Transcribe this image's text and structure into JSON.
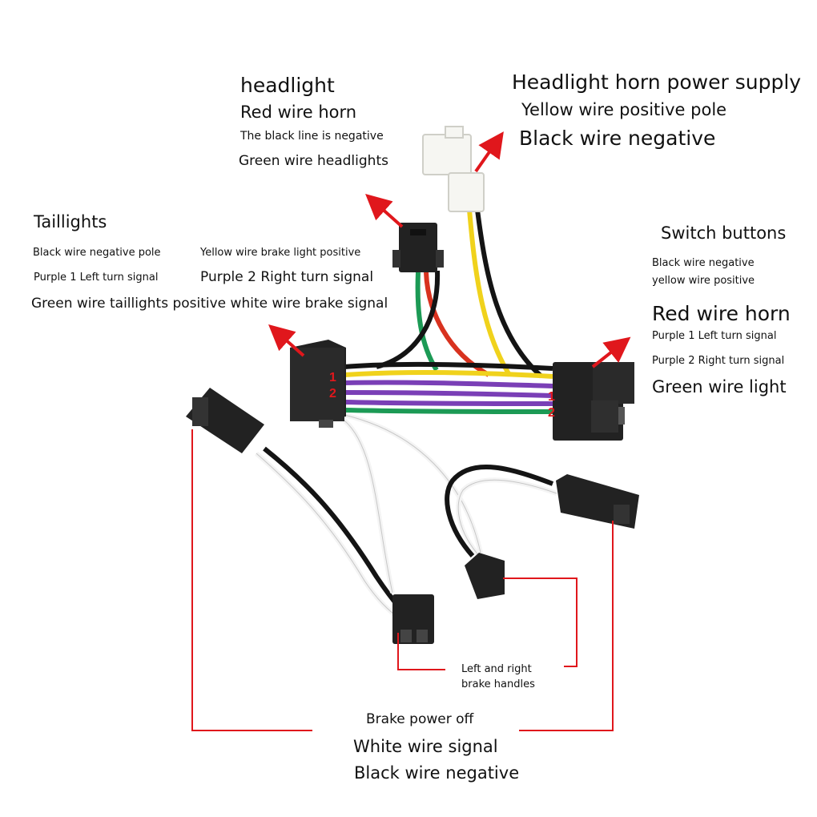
{
  "headlight": {
    "title": "headlight",
    "red_wire": "Red wire horn",
    "black_line": "The black line is negative",
    "green_wire": "Green wire headlights"
  },
  "power_supply": {
    "title": "Headlight horn power supply",
    "yellow_wire": "Yellow wire positive pole",
    "black_wire": "Black wire negative"
  },
  "taillights": {
    "title": "Taillights",
    "black_wire": "Black wire negative pole",
    "yellow_wire": "Yellow wire brake light positive",
    "purple_1": "Purple 1 Left turn signal",
    "purple_2": "Purple 2 Right turn signal",
    "green_white": "Green wire taillights positive white wire brake signal"
  },
  "switch_buttons": {
    "title": "Switch buttons",
    "black_wire": "Black wire negative",
    "yellow_wire": "yellow wire positive",
    "red_wire": "Red wire horn",
    "purple_1": "Purple 1 Left turn signal",
    "purple_2": "Purple 2 Right turn signal",
    "green_wire": "Green wire light"
  },
  "pin_numbers": {
    "left_1": "1",
    "left_2": "2",
    "right_1": "1",
    "right_2": "2"
  },
  "brake_handles": {
    "line_1": "Left and right",
    "line_2": "brake handles"
  },
  "brake_power": {
    "title": "Brake power off",
    "white_wire": "White wire signal",
    "black_wire": "Black wire negative"
  },
  "colors": {
    "arrow": "#e0171c",
    "wire_yellow": "#f0d21c",
    "wire_red": "#d8321f",
    "wire_green": "#1c9a55",
    "wire_purple": "#7a3fb6",
    "wire_black": "#141414",
    "wire_white": "#f4f4f4",
    "connector": "#222222",
    "connector_white": "#f6f6f2",
    "bracket_line": "#e0171c"
  }
}
